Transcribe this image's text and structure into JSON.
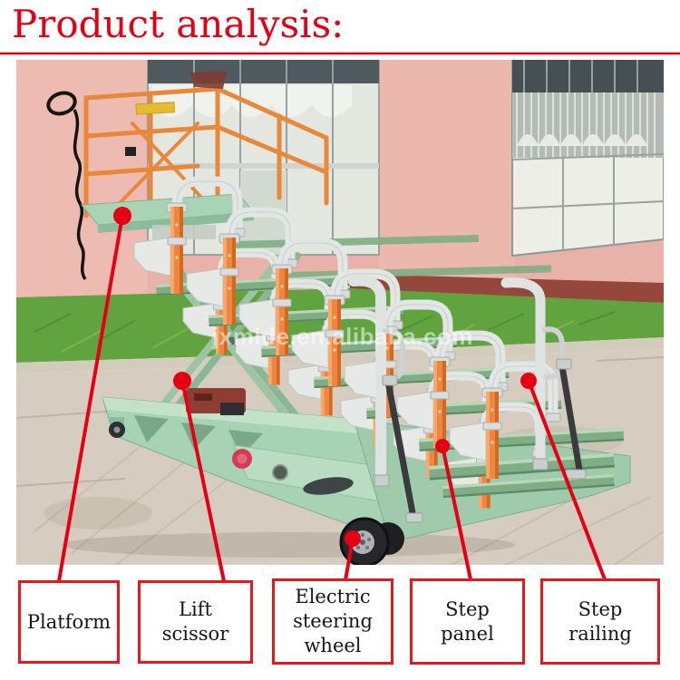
{
  "title": "Product analysis:",
  "photo": {
    "watermark": "jxmide.en.alibaba.com"
  },
  "callouts": [
    {
      "label": "Platform",
      "lines": [
        "Platform"
      ]
    },
    {
      "label": "Lift scissor",
      "lines": [
        "Lift",
        "scissor"
      ]
    },
    {
      "label": "Electric steering wheel",
      "lines": [
        "Electric",
        "steering",
        "wheel"
      ]
    },
    {
      "label": "Step panel",
      "lines": [
        "Step",
        "panel"
      ]
    },
    {
      "label": "Step railing",
      "lines": [
        "Step",
        "railing"
      ]
    }
  ],
  "colors": {
    "accent_red": "#e60014",
    "box_border_red": "#e8171e",
    "machine_mint": "#a8d2b4",
    "step_green": "#7fae85",
    "post_orange": "#ee8643",
    "wall_pink": "#e9b2a9",
    "grass_green": "#61a33f",
    "concrete_gray": "#d6cdc0"
  }
}
